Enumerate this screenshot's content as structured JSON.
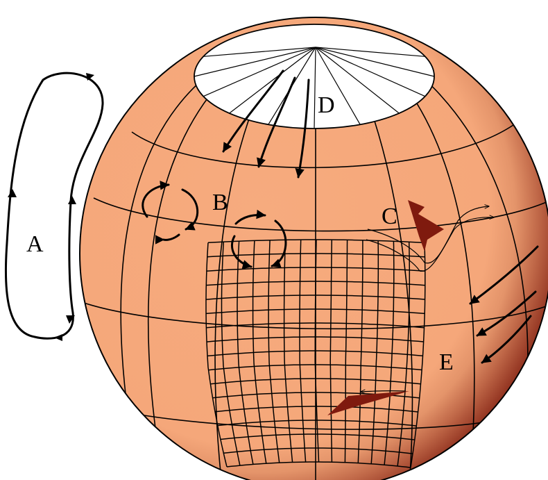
{
  "labels": {
    "A": "A",
    "B": "B",
    "C": "C",
    "D": "D",
    "E": "E"
  },
  "colors": {
    "sphere_light": "#f5a77a",
    "sphere_dark": "#7a1e0c",
    "polar_cap": "#ffffff",
    "feature_fill": "#7f1a0e",
    "outline": "#000000"
  }
}
